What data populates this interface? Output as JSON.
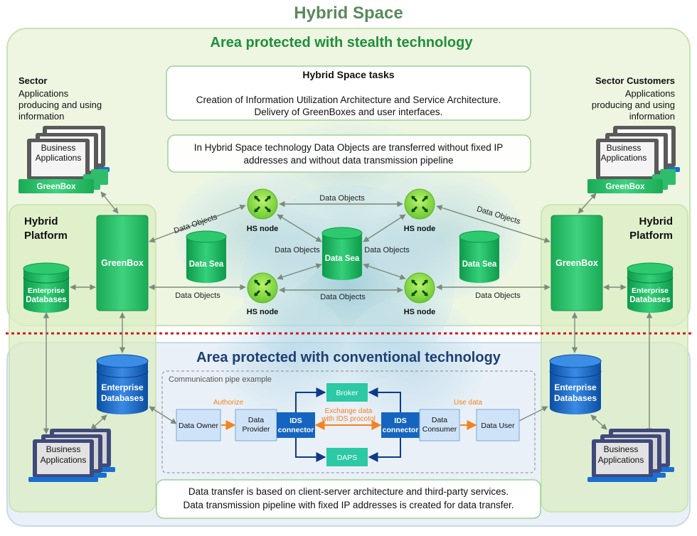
{
  "title": "Hybrid Space",
  "stealth_area": {
    "title": "Area protected with stealth technology"
  },
  "conventional_area": {
    "title": "Area protected with conventional technology"
  },
  "tasks_box": {
    "title": "Hybrid Space tasks",
    "line1": "Creation of Information Utilization Architecture and Service Architecture.",
    "line2": "Delivery of GreenBoxes and user interfaces."
  },
  "info_box": {
    "line1": "In Hybrid Space technology Data Objects are transferred without fixed IP",
    "line2": "addresses and without data transmission pipeline"
  },
  "bottom_box": {
    "line1": "Data transfer is based on client-server architecture and third-party services.",
    "line2": "Data transmission pipeline with fixed IP addresses is created for data transfer."
  },
  "left": {
    "sector_title": "Sector",
    "desc1": "Applications",
    "desc2": "producing and using",
    "desc3": "information",
    "platform1": "Hybrid",
    "platform2": "Platform"
  },
  "right": {
    "sector_title": "Sector Customers",
    "desc1": "Applications",
    "desc2": "producing and using",
    "desc3": "information",
    "platform1": "Hybrid",
    "platform2": "Platform"
  },
  "labels": {
    "business1": "Business",
    "business2": "Applications",
    "greenbox": "GreenBox",
    "enterprise1": "Enterprise",
    "enterprise2": "Databases",
    "hs_node": "HS node",
    "data_sea": "Data Sea",
    "data_objects": "Data Objects"
  },
  "pipe": {
    "title": "Communication pipe example",
    "data_owner": "Data Owner",
    "data_provider1": "Data",
    "data_provider2": "Provider",
    "ids1": "IDS",
    "ids2": "connector",
    "broker": "Broker",
    "daps": "DAPS",
    "data_consumer1": "Data",
    "data_consumer2": "Consumer",
    "data_user": "Data User",
    "authorize": "Authorize",
    "exchange1": "Exchange data",
    "exchange2": "with IDS procotol",
    "use_data": "Use data"
  },
  "colors": {
    "stealth_fill": "#eef6e2",
    "green_dark": "#1f8f3a",
    "conventional_fill": "#e9f0f7",
    "conventional_title": "#1e3f73",
    "blue_box": "#1565c0",
    "orange": "#f5821f",
    "red_dotted": "#d11a1a"
  }
}
